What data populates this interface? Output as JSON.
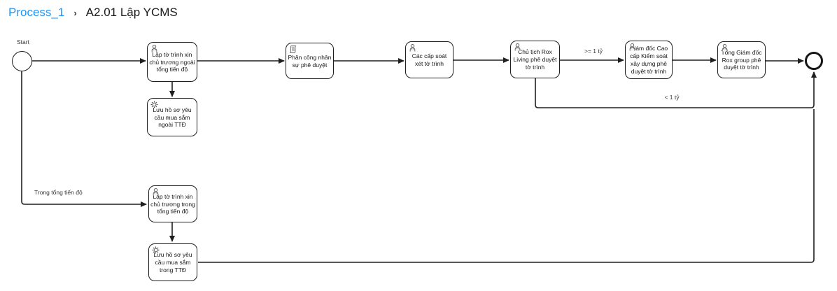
{
  "breadcrumb": {
    "process_link": "Process_1",
    "separator": "›",
    "current": "A2.01 Lập YCMS"
  },
  "colors": {
    "link_blue": "#2196f3",
    "diagram_stroke": "#1f1f1f",
    "text": "#161616"
  },
  "diagram": {
    "start_label": "Start",
    "nodes": {
      "n1": {
        "type": "user-task",
        "icon": "user-icon",
        "label": "Lập tờ trình xin chủ trương ngoài tổng tiến độ"
      },
      "n2": {
        "type": "service-task",
        "icon": "gear-icon",
        "label": "Lưu hồ sơ yêu cầu mua sắm ngoài TTĐ"
      },
      "n3": {
        "type": "script-task",
        "icon": "script-icon",
        "label": "Phân công nhân sự phê duyệt"
      },
      "n4": {
        "type": "user-task",
        "icon": "user-icon",
        "label": "Các cấp soát xét tờ trình"
      },
      "n5": {
        "type": "user-task",
        "icon": "user-icon",
        "label": "Chủ tịch Rox Living phê duyệt tờ trình"
      },
      "n6": {
        "type": "user-task",
        "icon": "user-icon",
        "label": "Giám đốc Cao cấp Kiểm soát xây dựng phê duyệt tờ trình"
      },
      "n7": {
        "type": "user-task",
        "icon": "user-icon",
        "label": "Tổng Giám đốc Rox group phê duyệt tờ trình"
      },
      "n8": {
        "type": "user-task",
        "icon": "user-icon",
        "label": "Lập tờ trình xin chủ trương trong tổng tiến độ"
      },
      "n9": {
        "type": "service-task",
        "icon": "gear-icon",
        "label": "Lưu hồ sơ yêu cầu mua sắm trong TTĐ"
      }
    },
    "edge_labels": {
      "gte_1ty": ">= 1 tỷ",
      "lt_1ty": "< 1 tỷ",
      "trong_ttd": "Trong tổng tiến độ"
    }
  }
}
